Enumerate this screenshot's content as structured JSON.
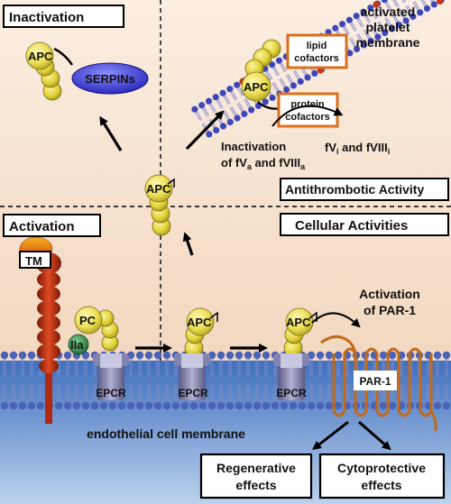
{
  "sections": {
    "inactivation": "Inactivation",
    "activation": "Activation",
    "antithrombotic": "Antithrombotic Activity",
    "cellular": "Cellular Activities"
  },
  "membranes": {
    "platelet_line1": "activated",
    "platelet_line2": "platelet",
    "platelet_line3": "membrane",
    "endothelial": "endothelial cell membrane"
  },
  "molecules": {
    "apc": "APC",
    "pc": "PC",
    "tm": "TM",
    "thrombin": "IIa",
    "serpins": "SERPINs",
    "epcr": "EPCR",
    "par1": "PAR-1"
  },
  "cofactors": {
    "lipid_line1": "lipid",
    "lipid_line2": "cofactors",
    "protein_line1": "protein",
    "protein_line2": "cofactors"
  },
  "annotations": {
    "inact_line1": "Inactivation",
    "inact_line2_prefix": "of fV",
    "inact_line2_sub1": "a",
    "inact_line2_mid": " and fVIII",
    "inact_line2_sub2": "a",
    "fvi_prefix": "fV",
    "fvi_sub1": "i",
    "fvi_mid": " and fVIII",
    "fvi_sub2": "i",
    "par1_act_line1": "Activation",
    "par1_act_line2": "of PAR-1"
  },
  "effects": {
    "regenerative_line1": "Regenerative",
    "regenerative_line2": "effects",
    "cytoprotective_line1": "Cytoprotective",
    "cytoprotective_line2": "effects"
  },
  "colors": {
    "background_top": "#f7e4d2",
    "cell_interior": "#5a86c8",
    "apc_yellow": "#e3d438",
    "serpin_blue": "#3f3fd8",
    "thrombin_green": "#2f8a48",
    "tm_red": "#c4351a",
    "par1_orange": "#c26a18",
    "cofactor_border": "#d8701c"
  }
}
